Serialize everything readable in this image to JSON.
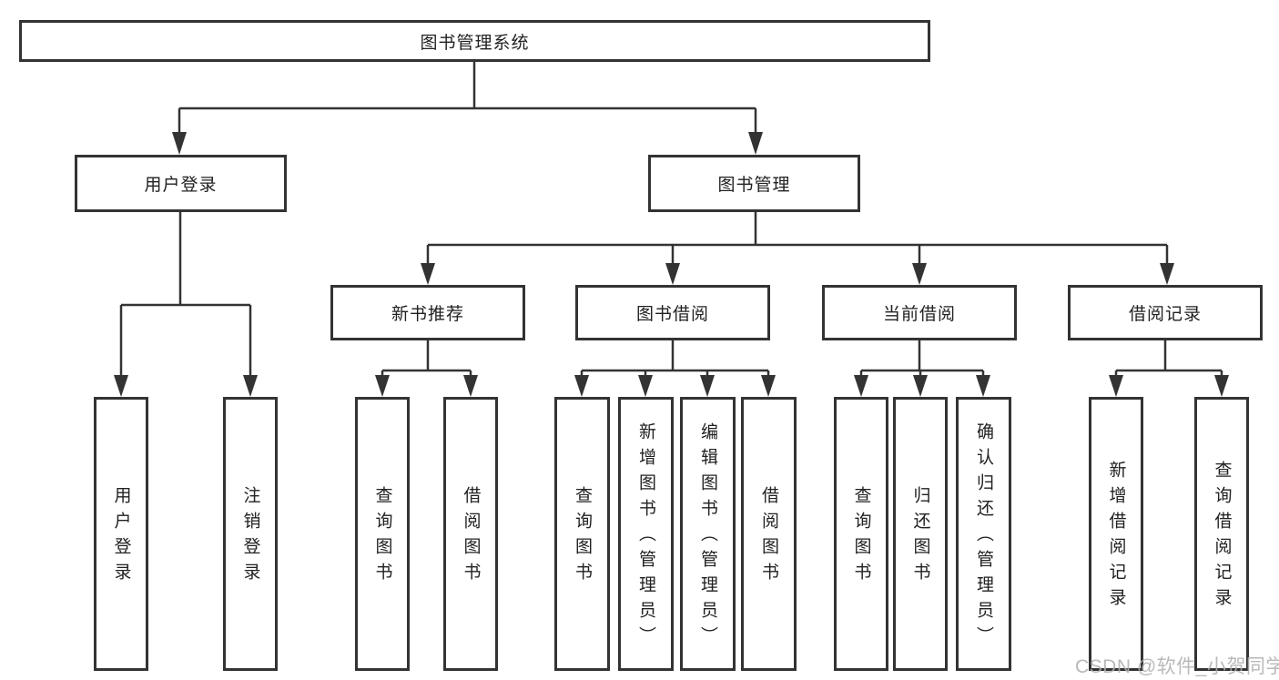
{
  "diagram": {
    "root": {
      "label": "图书管理系统"
    },
    "level2": [
      {
        "id": "user-login",
        "label": "用户登录"
      },
      {
        "id": "book-management",
        "label": "图书管理"
      }
    ],
    "level3": [
      {
        "id": "new-book-recommendation",
        "label": "新书推荐",
        "parent": "图书管理"
      },
      {
        "id": "book-borrowing",
        "label": "图书借阅",
        "parent": "图书管理"
      },
      {
        "id": "current-borrowing",
        "label": "当前借阅",
        "parent": "图书管理"
      },
      {
        "id": "borrowing-records",
        "label": "借阅记录",
        "parent": "图书管理"
      }
    ],
    "leaves": [
      {
        "id": "user-login",
        "label": "用户登录",
        "parent": "用户登录"
      },
      {
        "id": "logout",
        "label": "注销登录",
        "parent": "用户登录"
      },
      {
        "id": "query-books-recommend",
        "label": "查询图书",
        "parent": "新书推荐"
      },
      {
        "id": "borrow-books-recommend",
        "label": "借阅图书",
        "parent": "新书推荐"
      },
      {
        "id": "query-books-borrowing",
        "label": "查询图书",
        "parent": "图书借阅"
      },
      {
        "id": "add-books-admin",
        "label": "新增图书（管理员）",
        "parent": "图书借阅"
      },
      {
        "id": "edit-books-admin",
        "label": "编辑图书（管理员）",
        "parent": "图书借阅"
      },
      {
        "id": "borrow-books-borrowing",
        "label": "借阅图书",
        "parent": "图书借阅"
      },
      {
        "id": "query-books-current",
        "label": "查询图书",
        "parent": "当前借阅"
      },
      {
        "id": "return-books",
        "label": "归还图书",
        "parent": "当前借阅"
      },
      {
        "id": "confirm-return-admin",
        "label": "确认归还（管理员）",
        "parent": "当前借阅"
      },
      {
        "id": "add-borrow-record",
        "label": "新增借阅记录",
        "parent": "借阅记录"
      },
      {
        "id": "query-borrow-record",
        "label": "查询借阅记录",
        "parent": "借阅记录"
      }
    ],
    "watermark": "CSDN @软件_小贺同学",
    "colors": {
      "line": "#333333",
      "text": "#212121",
      "background": "#ffffff",
      "watermark": "#afafaf"
    }
  }
}
